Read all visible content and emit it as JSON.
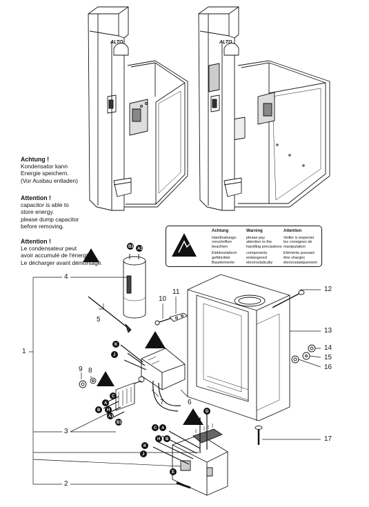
{
  "warnings": {
    "de": {
      "title": "Achtung !",
      "lines": [
        "Kondensator kann",
        "Energie speichern.",
        "(Vor Ausbau entladen)"
      ]
    },
    "en": {
      "title": "Attention !",
      "lines": [
        "capacitor is able to",
        "store energy.",
        "please dump capacitor",
        "before removing."
      ]
    },
    "fr": {
      "title": "Attention !",
      "lines": [
        "Le condensateur peut",
        "avoir accumulé de l'énergie.",
        "Le décharger avant démontage."
      ]
    }
  },
  "esd_label": {
    "columns": [
      {
        "title": "Achtung",
        "lines": [
          "Handhabungs-",
          "vorschriften",
          "beachten",
          "",
          "Elektrostatisch",
          "gefährdete",
          "Bauelemente"
        ]
      },
      {
        "title": "Warning",
        "lines": [
          "please pay",
          "attention to the",
          "handling precautions",
          "",
          "components",
          "endangered",
          "electrostatically"
        ]
      },
      {
        "title": "Attention",
        "lines": [
          "Veiller à respecter",
          "les consignes de",
          "manipulation",
          "",
          "Eléments pouvant",
          "être chargés",
          "électrostatiquement"
        ]
      }
    ]
  },
  "brand": "ALTO",
  "callouts": [
    "1",
    "2",
    "3",
    "4",
    "5",
    "6",
    "7",
    "8",
    "9",
    "10",
    "11",
    "12",
    "13",
    "14",
    "15",
    "16",
    "17"
  ],
  "connectors": [
    "A",
    "B",
    "C",
    "D",
    "E",
    "H",
    "J",
    "K",
    "A1",
    "B1"
  ],
  "icons": [
    "esd-warning-icon"
  ]
}
